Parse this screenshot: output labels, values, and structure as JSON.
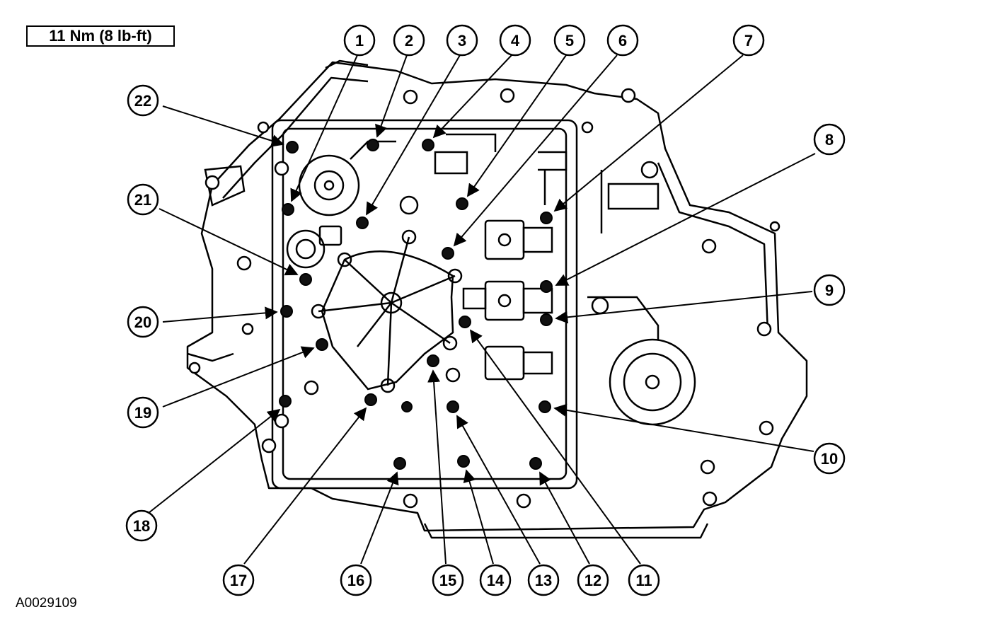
{
  "torque_spec": "11 Nm (8 lb-ft)",
  "figure_id": "A0029109",
  "callouts": [
    {
      "number": "1"
    },
    {
      "number": "2"
    },
    {
      "number": "3"
    },
    {
      "number": "4"
    },
    {
      "number": "5"
    },
    {
      "number": "6"
    },
    {
      "number": "7"
    },
    {
      "number": "8"
    },
    {
      "number": "9"
    },
    {
      "number": "10"
    },
    {
      "number": "11"
    },
    {
      "number": "12"
    },
    {
      "number": "13"
    },
    {
      "number": "14"
    },
    {
      "number": "15"
    },
    {
      "number": "16"
    },
    {
      "number": "17"
    },
    {
      "number": "18"
    },
    {
      "number": "19"
    },
    {
      "number": "20"
    },
    {
      "number": "21"
    },
    {
      "number": "22"
    }
  ]
}
